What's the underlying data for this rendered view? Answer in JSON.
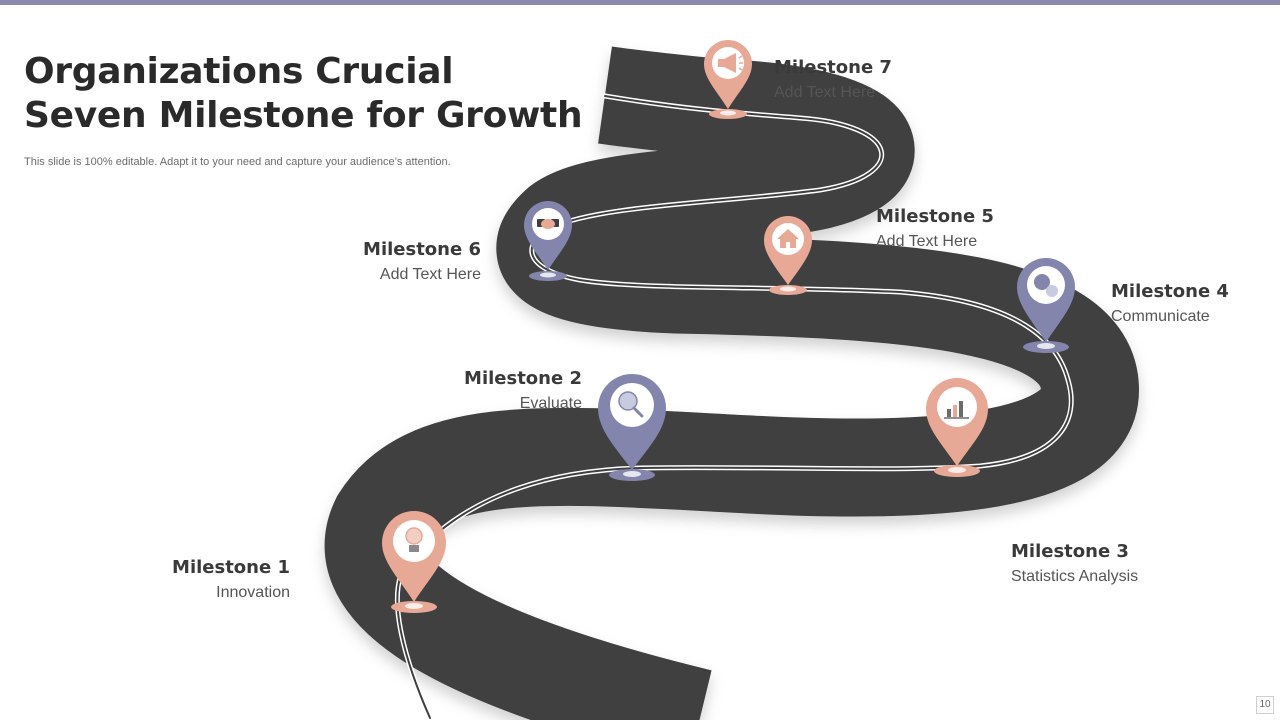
{
  "slide": {
    "title": "Organizations Crucial Seven Milestone for Growth",
    "subtitle": "This slide is 100% editable. Adapt it to your need and capture your audience’s attention.",
    "page_number": "10"
  },
  "colors": {
    "accent_bar": "#8a88ad",
    "road": "#3f3f41",
    "road_line": "#ffffff",
    "pin_salmon": "#e8a896",
    "pin_purple": "#8385ac"
  },
  "milestones": [
    {
      "title": "Milestone 1",
      "desc": "Innovation",
      "icon": "lightbulb-icon",
      "pin_color": "salmon"
    },
    {
      "title": "Milestone 2",
      "desc": "Evaluate",
      "icon": "magnifier-icon",
      "pin_color": "purple"
    },
    {
      "title": "Milestone 3",
      "desc": "Statistics Analysis",
      "icon": "bar-chart-icon",
      "pin_color": "salmon"
    },
    {
      "title": "Milestone 4",
      "desc": "Communicate",
      "icon": "chat-bubbles-icon",
      "pin_color": "purple"
    },
    {
      "title": "Milestone 5",
      "desc": "Add Text Here",
      "icon": "house-icon",
      "pin_color": "salmon"
    },
    {
      "title": "Milestone 6",
      "desc": "Add Text Here",
      "icon": "handshake-icon",
      "pin_color": "purple"
    },
    {
      "title": "Milestone 7",
      "desc": "Add Text Here",
      "icon": "megaphone-icon",
      "pin_color": "salmon"
    }
  ]
}
